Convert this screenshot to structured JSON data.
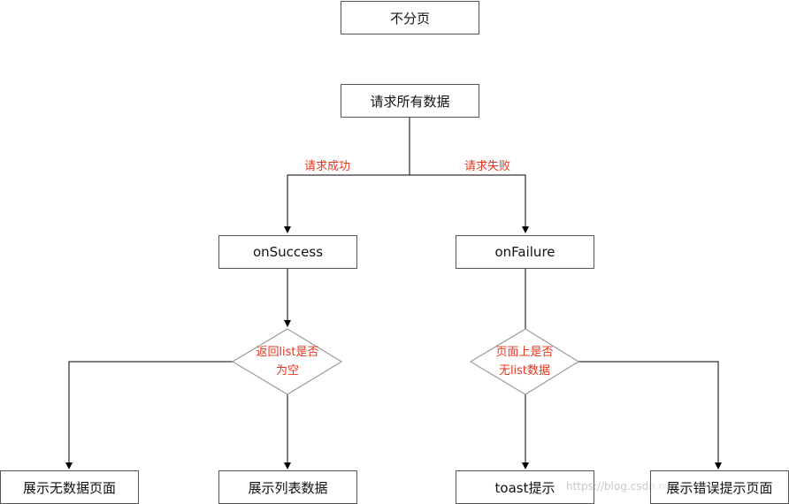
{
  "nodes": {
    "no_paging": "不分页",
    "request_all": "请求所有数据",
    "on_success": "onSuccess",
    "on_failure": "onFailure",
    "show_empty_page": "展示无数据页面",
    "show_list_data": "展示列表数据",
    "toast_hint": "toast提示",
    "show_error_page": "展示错误提示页面"
  },
  "edge_labels": {
    "request_success": "请求成功",
    "request_failed": "请求失败"
  },
  "decisions": {
    "list_empty": {
      "line1": "返回list是否",
      "line2": "为空"
    },
    "page_no_list": {
      "line1": "页面上是否",
      "line2": "无list数据"
    }
  },
  "watermark": "https://blog.csdn.net/..."
}
